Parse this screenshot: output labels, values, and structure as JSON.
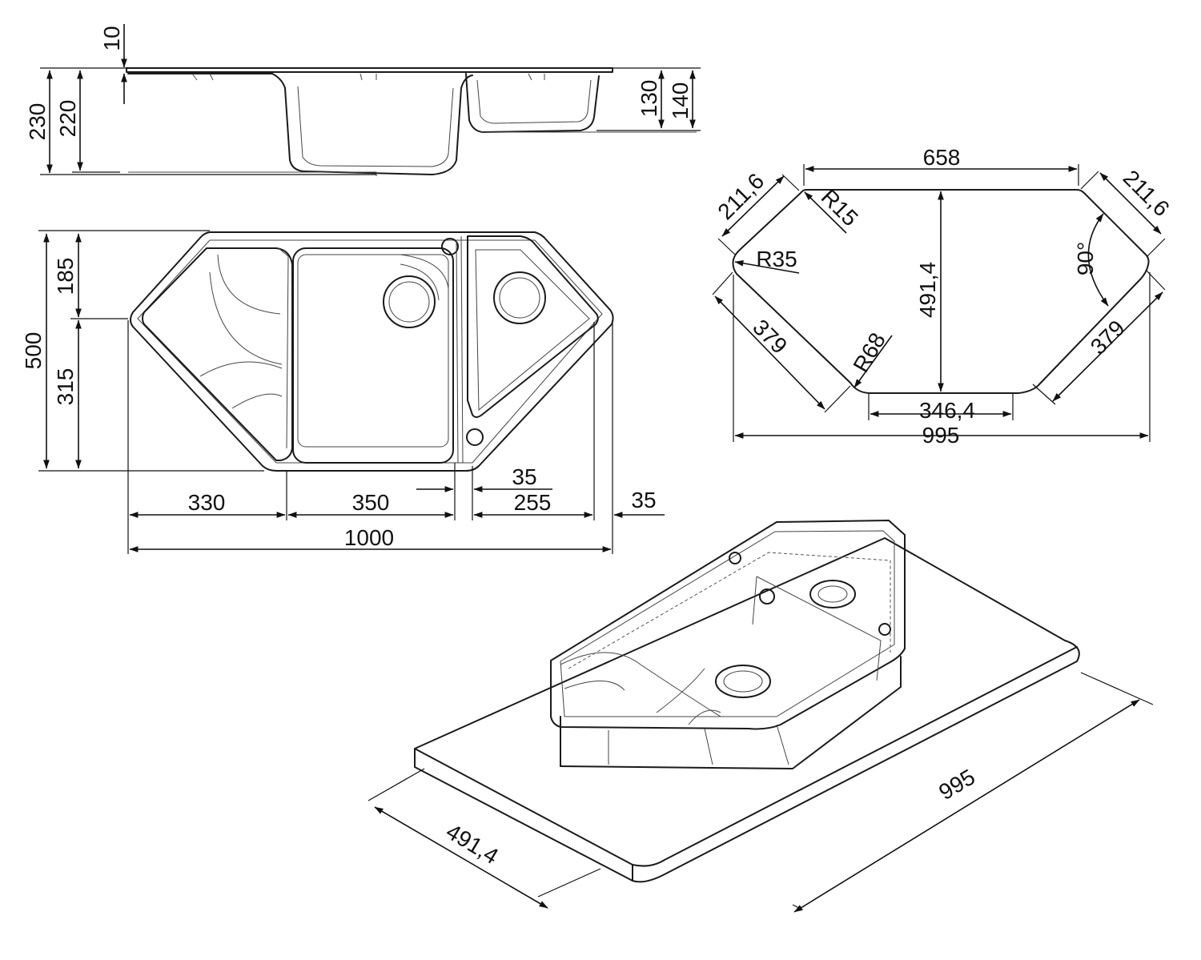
{
  "side_view": {
    "dim_total_height": "230",
    "dim_bowl_height": "220",
    "dim_rim_thickness": "10",
    "dim_small_bowl_inner": "130",
    "dim_small_bowl_total": "140"
  },
  "top_view": {
    "dim_overall_depth": "500",
    "dim_upper_depth": "185",
    "dim_lower_depth": "315",
    "dim_drainer_width": "330",
    "dim_main_bowl_width": "350",
    "dim_gap": "35",
    "dim_small_bowl_width": "255",
    "dim_right_margin": "35",
    "dim_overall_width": "1000"
  },
  "cutout_template": {
    "dim_top_edge": "658",
    "dim_chamfer_left": "211,6",
    "dim_chamfer_right": "211,6",
    "radius_top_corner": "R15",
    "radius_side_corner": "R35",
    "radius_bottom_corner": "R68",
    "dim_height": "491,4",
    "dim_diagonal_left": "379",
    "dim_diagonal_right": "379",
    "angle": "90°",
    "dim_bottom_edge": "346,4",
    "dim_overall_width": "995"
  },
  "isometric_view": {
    "dim_length": "995",
    "dim_depth": "491,4"
  }
}
